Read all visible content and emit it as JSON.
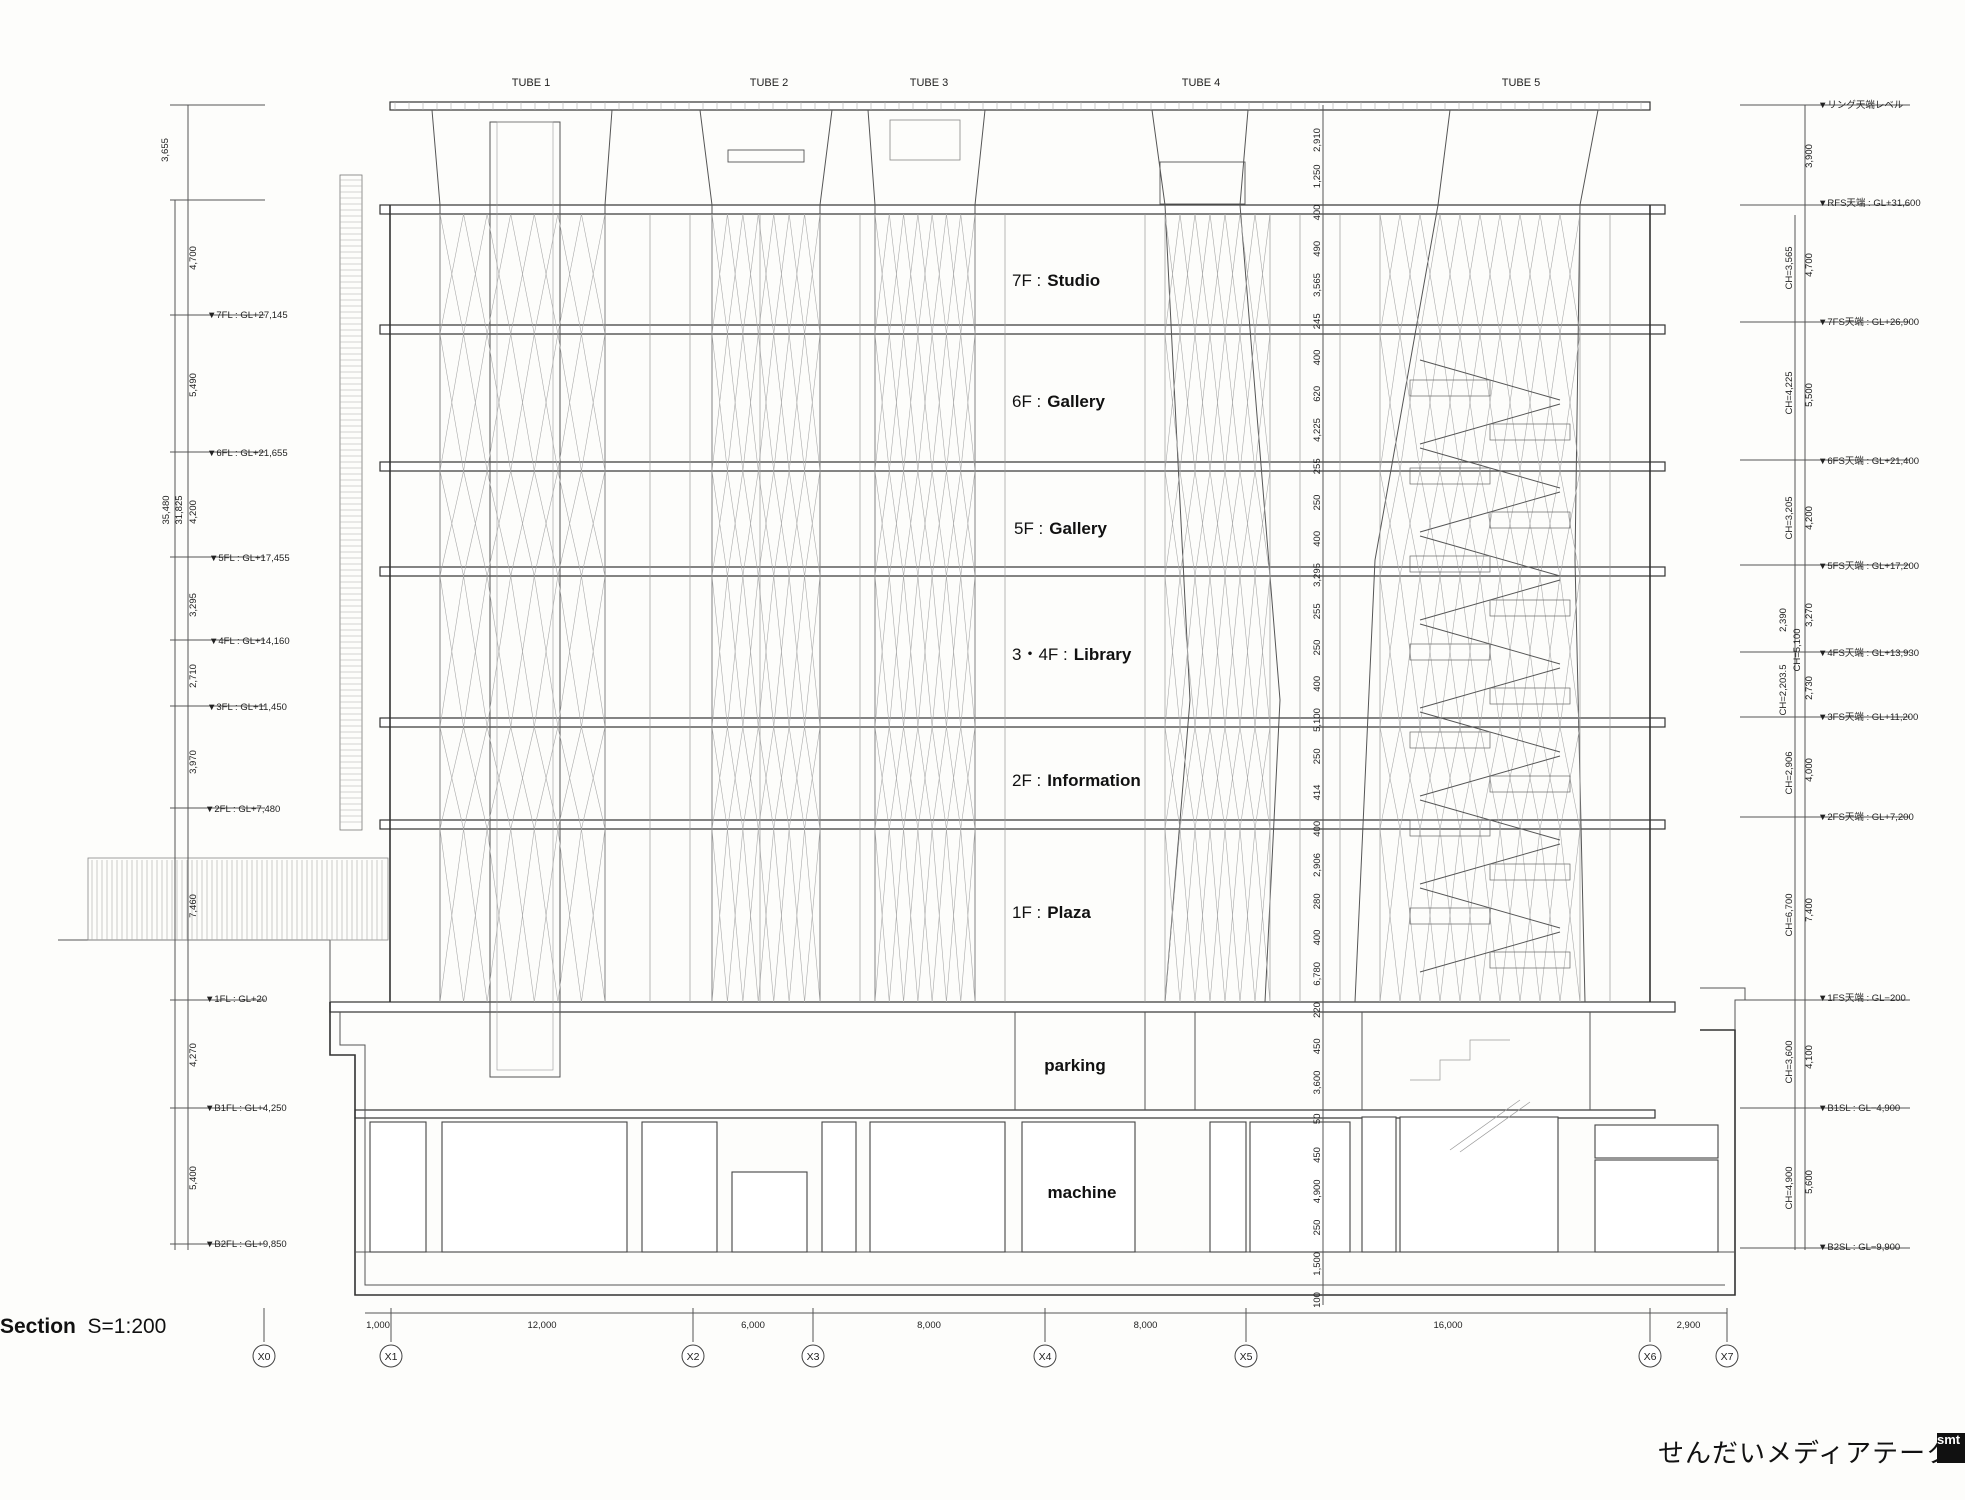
{
  "drawing": {
    "tubes": [
      "TUBE 1",
      "TUBE 2",
      "TUBE 3",
      "TUBE 4",
      "TUBE 5"
    ],
    "floors": [
      {
        "prefix": "7F :",
        "name": "Studio"
      },
      {
        "prefix": "6F :",
        "name": "Gallery"
      },
      {
        "prefix": "5F :",
        "name": "Gallery"
      },
      {
        "prefix": "3・4F :",
        "name": "Library"
      },
      {
        "prefix": "2F :",
        "name": "Information"
      },
      {
        "prefix": "1F :",
        "name": "Plaza"
      },
      {
        "prefix": "",
        "name": "parking"
      },
      {
        "prefix": "",
        "name": "machine"
      }
    ],
    "left_levels": [
      "▼7FL : GL+27,145",
      "▼6FL : GL+21,655",
      "▼5FL : GL+17,455",
      "▼4FL : GL+14,160",
      "▼3FL : GL+11,450",
      "▼2FL : GL+7,480",
      "▼1FL : GL+20",
      "▼B1FL : GL+4,250",
      "▼B2FL : GL+9,850"
    ],
    "left_dims": [
      "3,655",
      "4,700",
      "5,490",
      "4,200",
      "3,295",
      "2,710",
      "3,970",
      "7,460",
      "4,270",
      "5,400"
    ],
    "left_totals": [
      "35,480",
      "31,825"
    ],
    "right_levels": [
      "▼リング天端レベル",
      "▼RFS天端 : GL+31,600",
      "▼7FS天端 : GL+26,900",
      "▼6FS天端 : GL+21,400",
      "▼5FS天端 : GL+17,200",
      "▼4FS天端 : GL+13,930",
      "▼3FS天端 : GL+11,200",
      "▼2FS天端 : GL+7,200",
      "▼1FS天端 : GL−200",
      "▼B1SL : GL−4,900",
      "▼B2SL : GL−9,900"
    ],
    "right_dims": [
      "3,900",
      "4,700",
      "5,500",
      "4,200",
      "3,270",
      "2,730",
      "4,000",
      "7,400",
      "4,100",
      "5,600"
    ],
    "right_ch": [
      "CH=3,565",
      "CH=4,225",
      "CH=3,205",
      "CH=5,100",
      "CH=2,203.5",
      "CH=2,906",
      "CH=6,700",
      "CH=3,600",
      "CH=4,900"
    ],
    "right_sub": [
      "2,390"
    ],
    "center_dims": [
      "2,910",
      "1,250",
      "400",
      "490",
      "3,565",
      "245",
      "400",
      "620",
      "4,225",
      "255",
      "250",
      "400",
      "3,295",
      "255",
      "250",
      "400",
      "5,100",
      "250",
      "414",
      "400",
      "2,906",
      "280",
      "400",
      "6,780",
      "220",
      "450",
      "3,600",
      "50",
      "450",
      "4,900",
      "250",
      "1,500",
      "100"
    ],
    "grid_dims": [
      "1,000",
      "12,000",
      "6,000",
      "8,000",
      "8,000",
      "16,000",
      "2,900"
    ],
    "grid_labels": [
      "X0",
      "X1",
      "X2",
      "X3",
      "X4",
      "X5",
      "X6",
      "X7"
    ]
  },
  "title": {
    "label": "Section",
    "scale": "S=1:200"
  },
  "brand": {
    "name": "せんだいメディアテーク",
    "logo": "smt"
  }
}
